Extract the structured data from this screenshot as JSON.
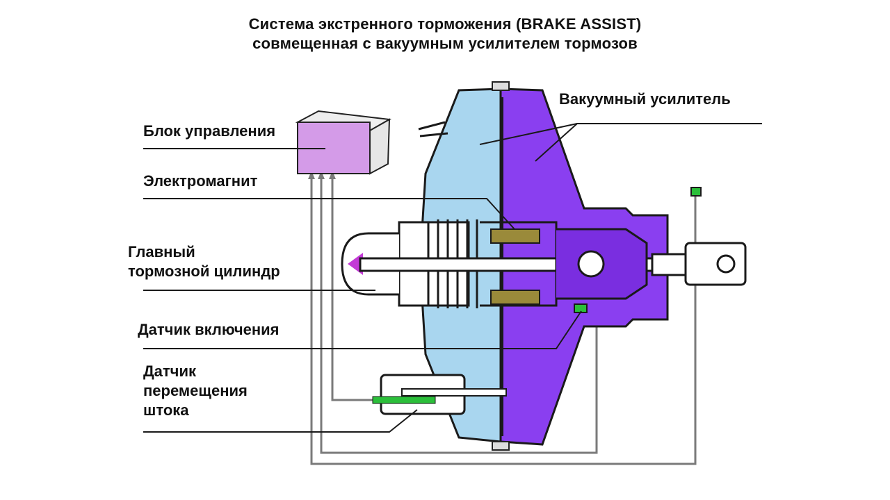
{
  "title": {
    "line1": "Система экстренного торможения (BRAKE ASSIST)",
    "line2": "совмещенная с вакуумным усилителем тормозов"
  },
  "labels": {
    "vacuum_booster": "Вакуумный усилитель",
    "control_unit": "Блок управления",
    "electromagnet": "Электромагнит",
    "master_cylinder_l1": "Главный",
    "master_cylinder_l2": "тормозной цилиндр",
    "switch_sensor": "Датчик включения",
    "travel_sensor_l1": "Датчик",
    "travel_sensor_l2": "перемещения",
    "travel_sensor_l3": "штока"
  },
  "colors": {
    "chamber_front": "#a9d6ef",
    "chamber_rear": "#8a3ff0",
    "control_unit": "#d49be8",
    "outline": "#1a1a1a",
    "wire": "#7a7a7a",
    "magnet": "#9a8a3a",
    "connector": "#2bbf3a"
  }
}
